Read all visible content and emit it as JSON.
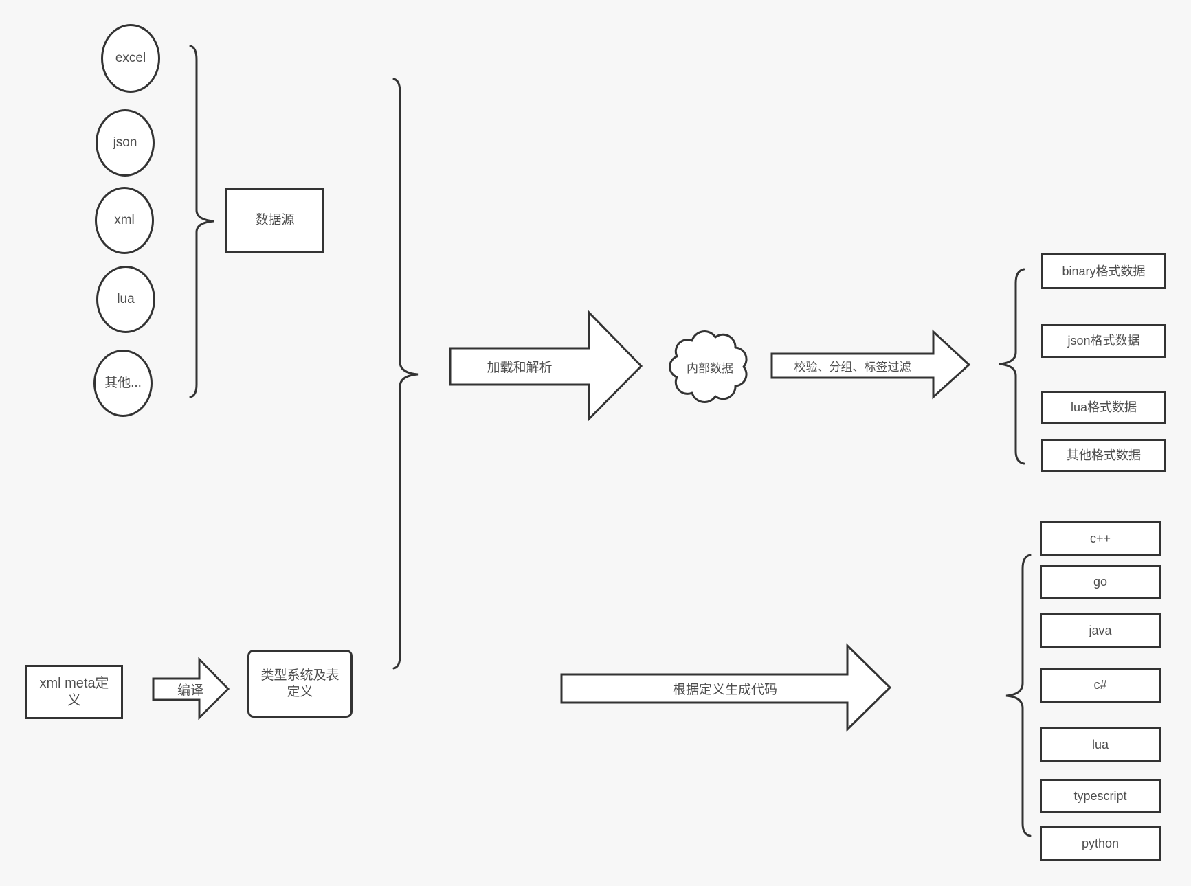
{
  "colors": {
    "background": "#f7f7f7",
    "stroke": "#333333",
    "shape_fill": "#ffffff",
    "text": "#4d4d4d"
  },
  "sources": {
    "items": [
      "excel",
      "json",
      "xml",
      "lua",
      "其他..."
    ],
    "group_label": "数据源"
  },
  "flow": {
    "load_parse_label": "加载和解析",
    "cloud_label": "内部数据",
    "filter_label": "校验、分组、标签过滤",
    "outputs": [
      "binary格式数据",
      "json格式数据",
      "lua格式数据",
      "其他格式数据"
    ]
  },
  "codegen": {
    "xml_meta_label": "xml meta定义",
    "compile_label": "编译",
    "type_system_label": "类型系统及表定义",
    "generate_label": "根据定义生成代码",
    "languages": [
      "c++",
      "go",
      "java",
      "c#",
      "lua",
      "typescript",
      "python"
    ]
  }
}
